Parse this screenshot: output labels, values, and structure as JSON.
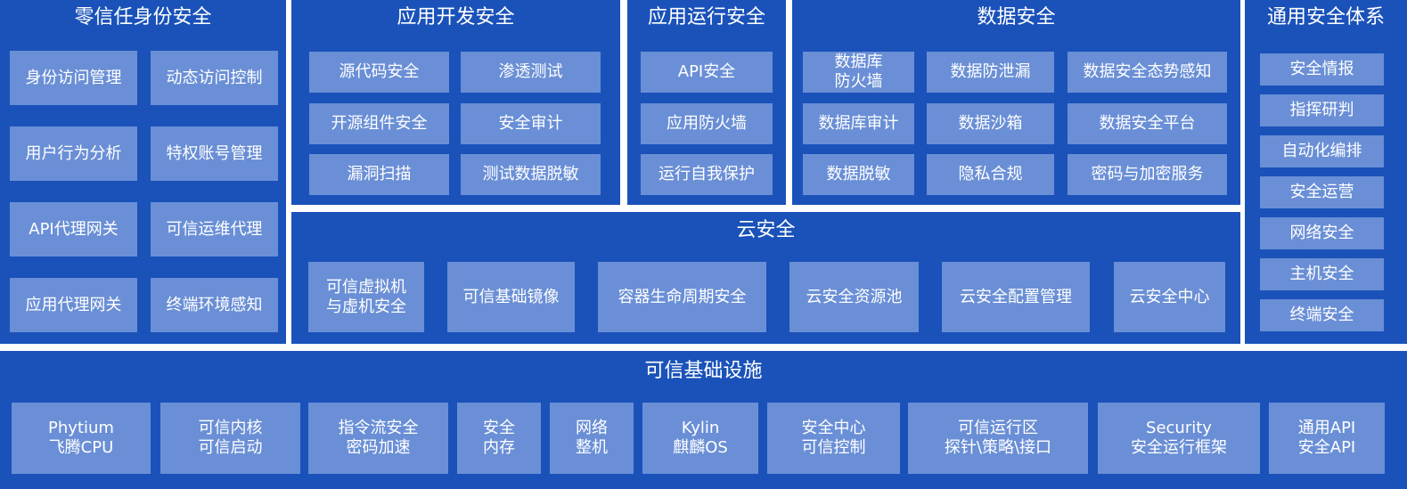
{
  "zero_trust": {
    "title": "零信任身份安全",
    "items": [
      "身份访问管理",
      "动态访问控制",
      "用户行为分析",
      "特权账号管理",
      "API代理网关",
      "可信运维代理",
      "应用代理网关",
      "终端环境感知"
    ]
  },
  "app_dev": {
    "title": "应用开发安全",
    "items": [
      "源代码安全",
      "渗透测试",
      "开源组件安全",
      "安全审计",
      "漏洞扫描",
      "测试数据脱敏"
    ]
  },
  "app_run": {
    "title": "应用运行安全",
    "items": [
      "API安全",
      "应用防火墙",
      "运行自我保护"
    ]
  },
  "data_sec": {
    "title": "数据安全",
    "items": [
      "数据库\n防火墙",
      "数据防泄漏",
      "数据安全态势感知",
      "数据库审计",
      "数据沙箱",
      "数据安全平台",
      "数据脱敏",
      "隐私合规",
      "密码与加密服务"
    ]
  },
  "general": {
    "title": "通用安全体系",
    "items": [
      "安全情报",
      "指挥研判",
      "自动化编排",
      "安全运营",
      "网络安全",
      "主机安全",
      "终端安全"
    ]
  },
  "cloud": {
    "title": "云安全",
    "items": [
      "可信虚拟机\n与虚机安全",
      "可信基础镜像",
      "容器生命周期安全",
      "云安全资源池",
      "云安全配置管理",
      "云安全中心"
    ]
  },
  "infra": {
    "title": "可信基础设施",
    "items": [
      "Phytium\n飞腾CPU",
      "可信内核\n可信启动",
      "指令流安全\n密码加速",
      "安全\n内存",
      "网络\n整机",
      "Kylin\n麒麟OS",
      "安全中心\n可信控制",
      "可信运行区\n探针\\策略\\接口",
      "Security\n安全运行框架",
      "通用API\n安全API"
    ]
  },
  "colors": {
    "panel": "#1a52b9",
    "box": "#6a8fd6",
    "gap": "#ffffff",
    "text": "#ffffff"
  }
}
